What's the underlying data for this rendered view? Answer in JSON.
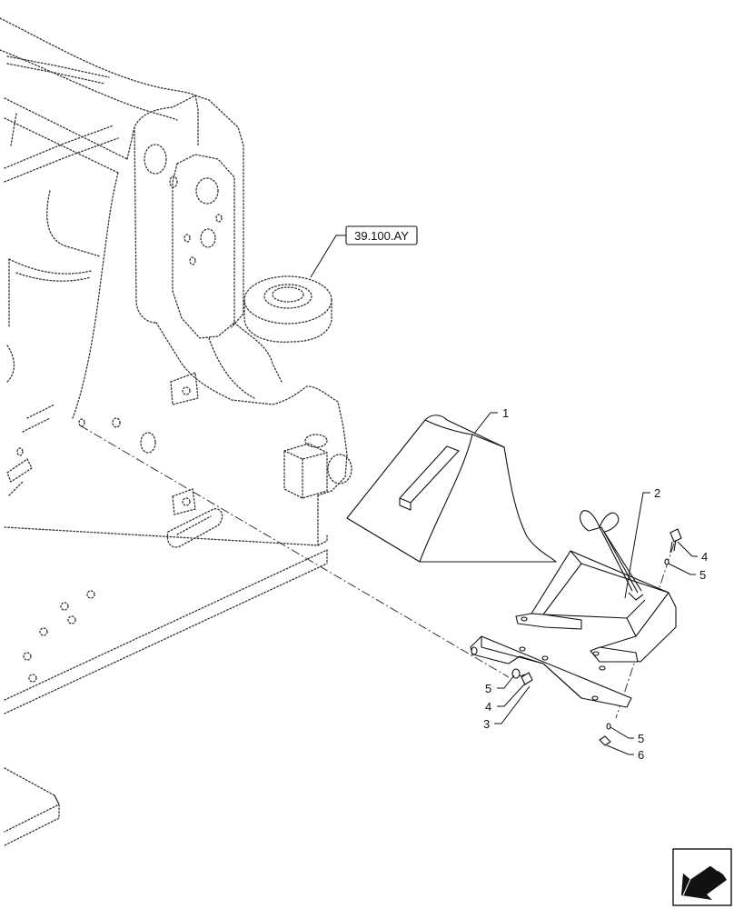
{
  "reference": {
    "label": "39.100.AY"
  },
  "callouts": [
    {
      "id": "c1",
      "label": "1",
      "part": "wheel chock"
    },
    {
      "id": "c2",
      "label": "2",
      "part": "chock holder with spring retainer"
    },
    {
      "id": "c3",
      "label": "3",
      "part": "mounting bracket"
    },
    {
      "id": "c4a",
      "label": "4",
      "part": "bolt"
    },
    {
      "id": "c5a",
      "label": "5",
      "part": "washer"
    },
    {
      "id": "c5b",
      "label": "5",
      "part": "washer"
    },
    {
      "id": "c4b",
      "label": "4",
      "part": "bolt"
    },
    {
      "id": "c5c",
      "label": "5",
      "part": "washer"
    },
    {
      "id": "c6",
      "label": "6",
      "part": "nut"
    }
  ],
  "nav": {
    "icon": "previous-page-arrow-icon"
  }
}
